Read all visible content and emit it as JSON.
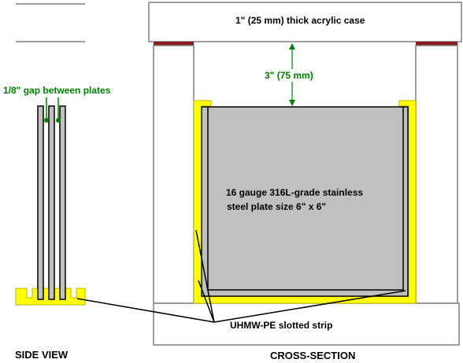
{
  "labels": {
    "case": "1\" (25 mm) thick acrylic case",
    "clearance": "3\" (75 mm)",
    "gap": "1/8\" gap between plates",
    "plate_line1": "16 gauge 316L-grade stainless",
    "plate_line2": "steel plate size 6\" x 6\"",
    "strip": "UHMW-PE slotted strip",
    "side_view": "SIDE VIEW",
    "cross_section": "CROSS-SECTION"
  },
  "colors": {
    "acrylic": "#ffffff",
    "plate": "#c0c0c0",
    "strip": "#ffff00",
    "gasket": "#8b1a1a",
    "annotation": "#008000",
    "line": "#000000",
    "frame": "#808080"
  }
}
